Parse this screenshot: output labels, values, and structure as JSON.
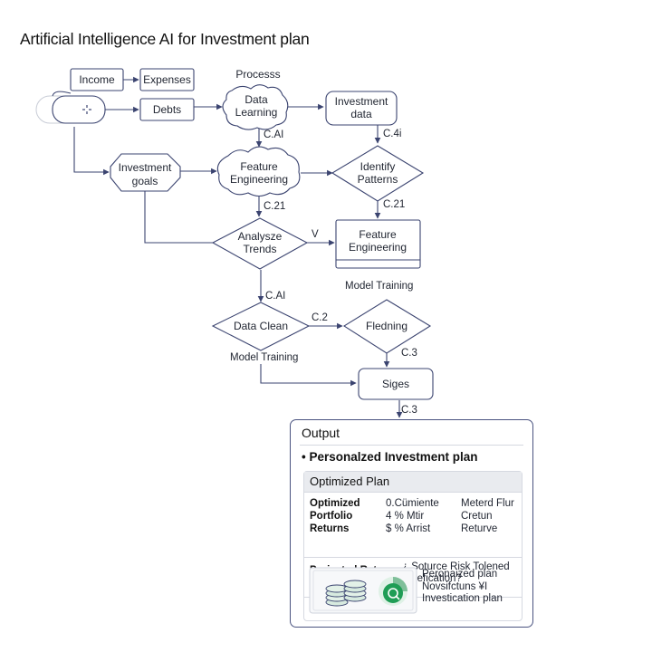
{
  "title": "Artificial Intelligence AI for Investment plan",
  "nodes": {
    "income": "Income",
    "expenses": "Expenses",
    "debts": "Debts",
    "process_header": "Processs",
    "data_learning": [
      "Data",
      "Learning"
    ],
    "investment_data": [
      "Investment",
      "data"
    ],
    "investment_goals": [
      "Investment",
      "goals"
    ],
    "feature_engineering_1": [
      "Feature",
      "Engineering"
    ],
    "identify_patterns": [
      "Identify",
      "Patterns"
    ],
    "analyze_trends": [
      "Analysze",
      "Trends"
    ],
    "feature_engineering_2": [
      "Feature",
      "Engineering"
    ],
    "data_clean": "Data Clean",
    "fledning": "Fledning",
    "siges": "Siges"
  },
  "edge_labels": {
    "c_ai_1": "C.AI",
    "c_4i": "C.4i",
    "c_21_a": "C.21",
    "c_21_b": "C.21",
    "v": "V",
    "model_training_1": "Model Training",
    "c_ai_2": "C.AI",
    "c_2": "C.2",
    "model_training_2": "Model Training",
    "c_3_a": "C.3",
    "c_3_b": "C.3"
  },
  "output": {
    "title": "Output",
    "subtitle": "• Personalzed Investment plan",
    "optimized_header": "Optimized Plan",
    "col1": "Optimized\nPortfolio\nReturns",
    "col2": "0.Cümiente\n4 % Mtir\n$ % Arrist",
    "col3": "Meterd Flur\nCretun\nReturve",
    "projected_label": "Projected Returns",
    "projected_value": "¿ Soturce Risk Tolened\n  Divefication?",
    "personalized_text": "Peronaized plan\nNovsifctuns ¥I\nInvestication plan"
  },
  "colors": {
    "stroke": "#3b4470",
    "accent_green": "#1f9d55",
    "coin_green": "#7fbf9a"
  }
}
